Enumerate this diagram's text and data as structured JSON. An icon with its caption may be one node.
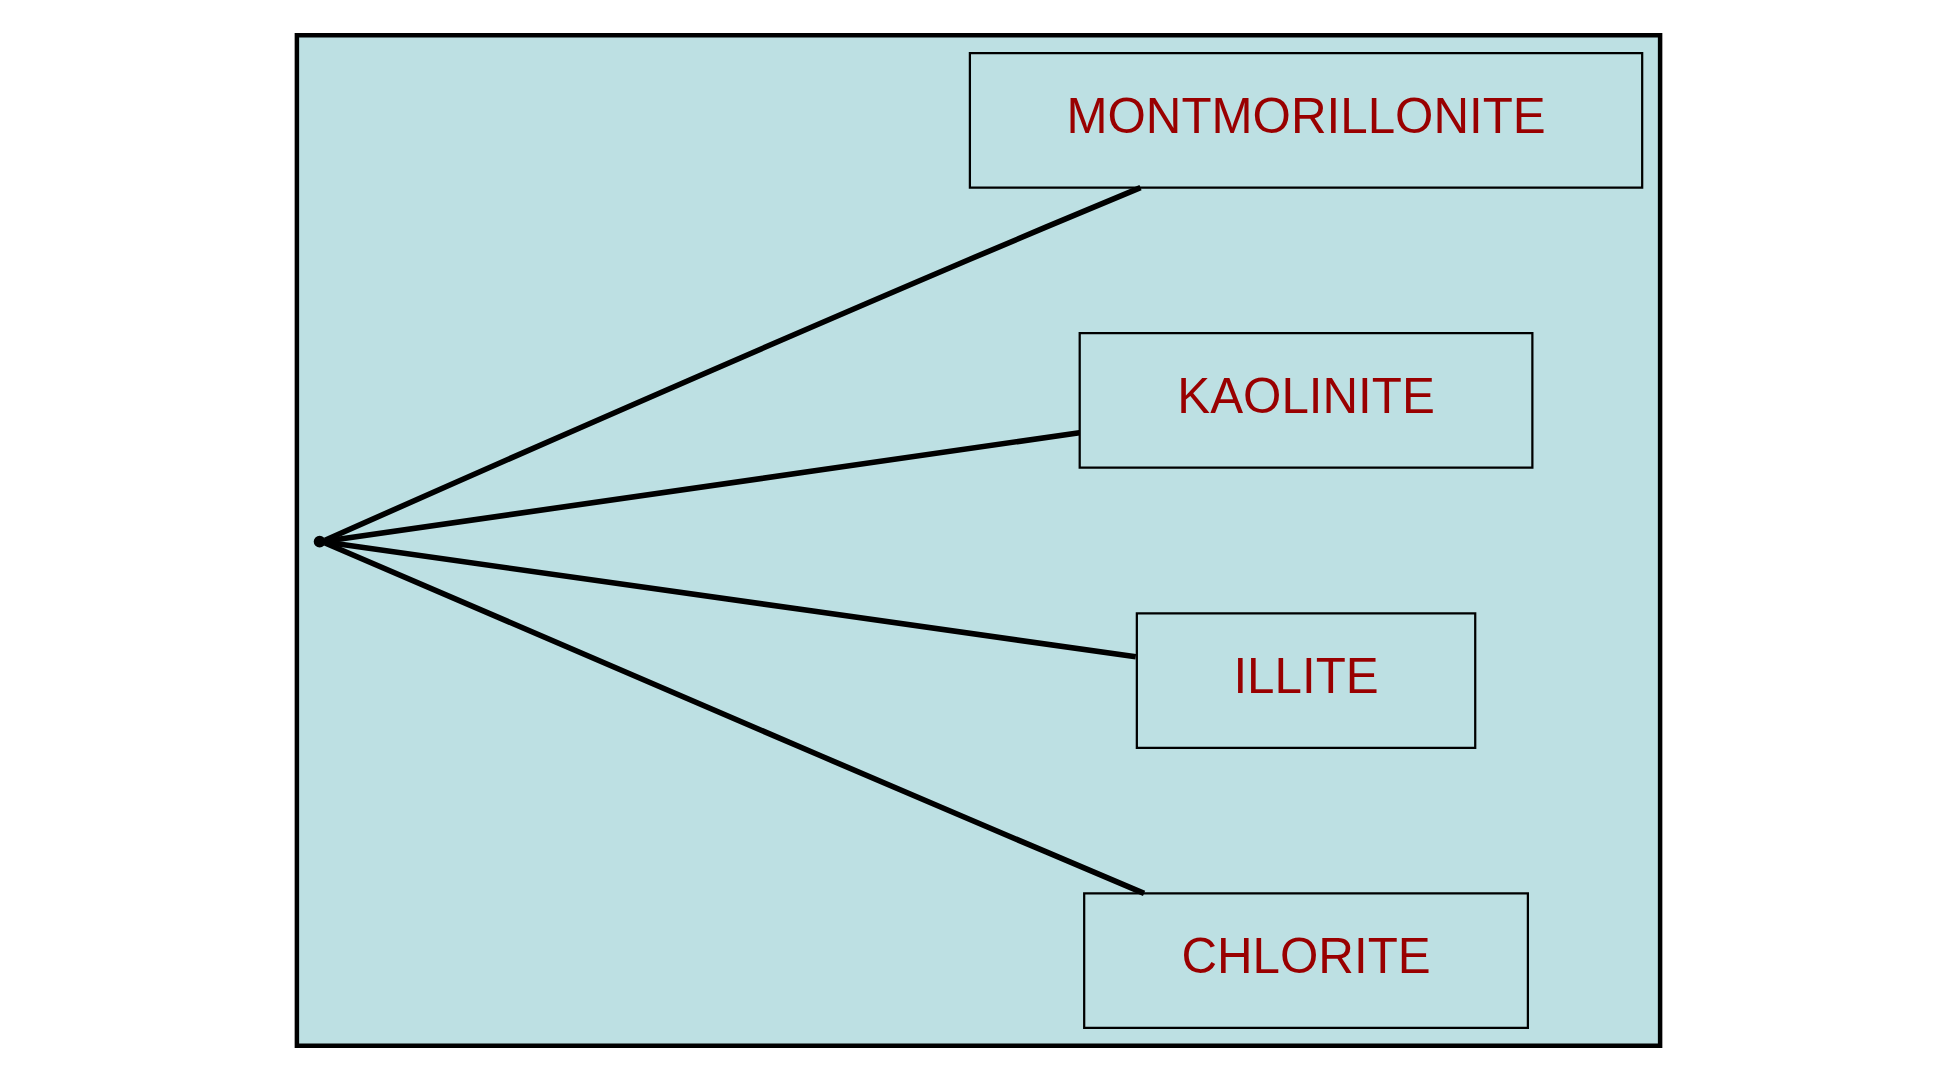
{
  "diagram": {
    "nodes": [
      {
        "text": [],
        "shape": "box"
      },
      {
        "text": [],
        "shape": "point",
        "in": 0
      },
      {
        "text": [
          "CHLORITE"
        ],
        "in": 0
      },
      {
        "text": [
          "ILLITE"
        ],
        "in": 0
      },
      {
        "text": [
          "KAOLINITE"
        ],
        "in": 0
      },
      {
        "text": [
          "MONTMORILLONITE"
        ],
        "in": 0
      }
    ],
    "edges": [
      {
        "from": 1,
        "to": 2,
        "arrow": "none"
      },
      {
        "from": 1,
        "to": 3,
        "arrow": "none"
      },
      {
        "from": 1,
        "to": 4,
        "arrow": "none"
      },
      {
        "from": 1,
        "to": 5,
        "arrow": "none"
      }
    ]
  }
}
